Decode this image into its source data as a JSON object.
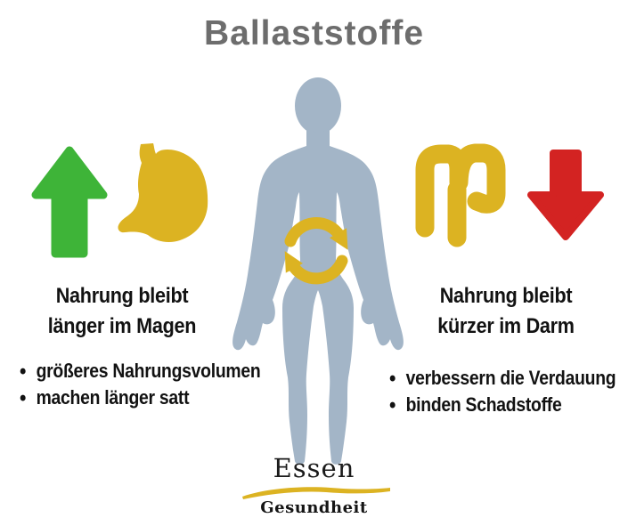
{
  "title": "Ballaststoffe",
  "left": {
    "heading": [
      "Nahrung bleibt",
      "länger im Magen"
    ],
    "bullets": [
      "größeres Nahrungsvolumen",
      "machen länger satt"
    ],
    "icons": [
      "up-arrow-icon",
      "stomach-icon"
    ]
  },
  "right": {
    "heading": [
      "Nahrung bleibt",
      "kürzer im Darm"
    ],
    "bullets": [
      "verbessern die Verdauung",
      "binden Schadstoffe"
    ],
    "icons": [
      "intestine-icon",
      "down-arrow-icon"
    ]
  },
  "center": {
    "figure": "human-body-silhouette",
    "overlay": "digestion-cycle-icon"
  },
  "logo": {
    "top": "Essen",
    "bottom": "Gesundheit"
  },
  "colors": {
    "green": "#3eb438",
    "yellow": "#dcb322",
    "red": "#d32322",
    "body": "#a3b5c7",
    "title_gray": "#6d6d6d",
    "text": "#121212"
  }
}
